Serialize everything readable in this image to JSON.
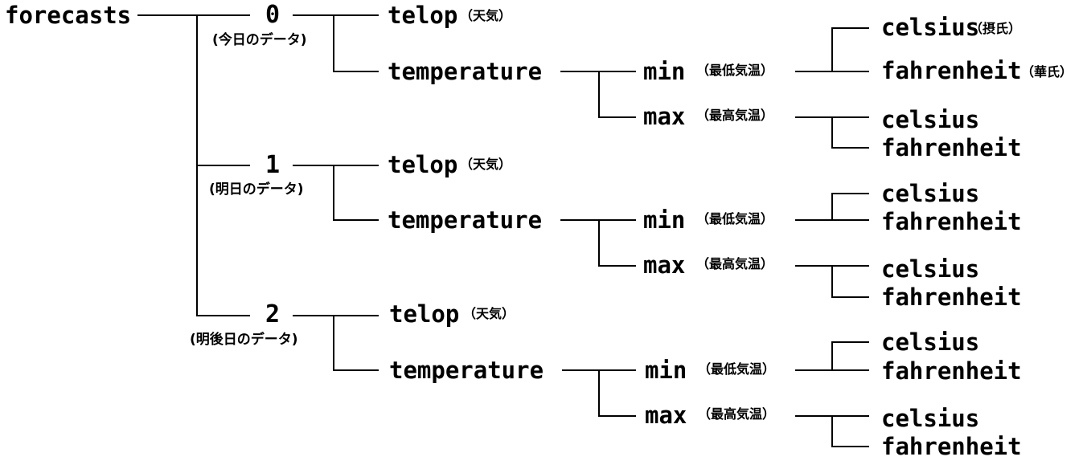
{
  "root": "forecasts",
  "days": [
    {
      "index": "0",
      "note": "(今日のデータ)",
      "telop": "telop",
      "telop_note": "（天気）",
      "temperature": "temperature",
      "min": "min",
      "min_note": "（最低気温）",
      "max": "max",
      "max_note": "（最高気温）",
      "min_celsius": "celsius",
      "min_celsius_note": "（摂氏）",
      "min_fahrenheit": "fahrenheit",
      "min_fahrenheit_note": "（華氏）",
      "max_celsius": "celsius",
      "max_fahrenheit": "fahrenheit"
    },
    {
      "index": "1",
      "note": "(明日のデータ)",
      "telop": "telop",
      "telop_note": "（天気）",
      "temperature": "temperature",
      "min": "min",
      "min_note": "（最低気温）",
      "max": "max",
      "max_note": "（最高気温）",
      "min_celsius": "celsius",
      "min_fahrenheit": "fahrenheit",
      "max_celsius": "celsius",
      "max_fahrenheit": "fahrenheit"
    },
    {
      "index": "2",
      "note": "(明後日のデータ)",
      "telop": "telop",
      "telop_note": "（天気）",
      "temperature": "temperature",
      "min": "min",
      "min_note": "（最低気温）",
      "max": "max",
      "max_note": "（最高気温）",
      "min_celsius": "celsius",
      "min_fahrenheit": "fahrenheit",
      "max_celsius": "celsius",
      "max_fahrenheit": "fahrenheit"
    }
  ]
}
